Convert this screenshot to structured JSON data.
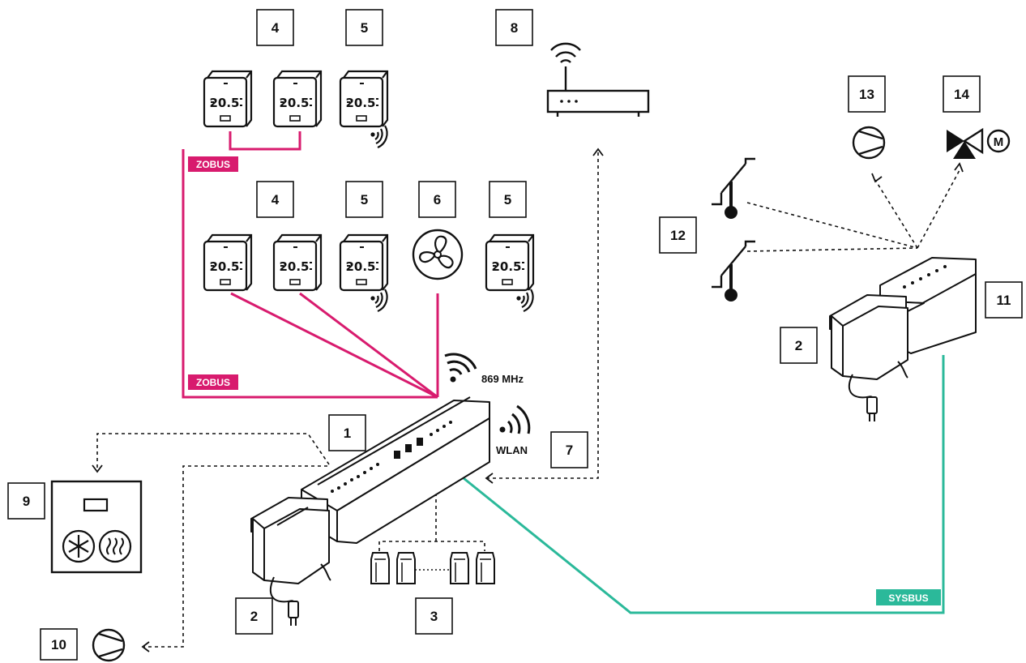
{
  "colors": {
    "zobus": "#d81b6e",
    "sysbus": "#2bb99a",
    "ink": "#111111"
  },
  "labels": {
    "n1": "1",
    "n2a": "2",
    "n2b": "2",
    "n3": "3",
    "n4a": "4",
    "n4b": "4",
    "n5a": "5",
    "n5b": "5",
    "n5c": "5",
    "n6": "6",
    "n7": "7",
    "n8": "8",
    "n9": "9",
    "n10": "10",
    "n11": "11",
    "n12": "12",
    "n13": "13",
    "n14": "14"
  },
  "bus": {
    "zobus_top": "ZOBUS",
    "zobus_bottom": "ZOBUS",
    "sysbus": "SYSBUS"
  },
  "radio": {
    "frequency": "869 MHz",
    "wlan": "WLAN"
  },
  "thermostat": {
    "display": "20.5"
  },
  "icons": {
    "fan": "fan-icon",
    "router": "router-icon",
    "pump": "pump-icon",
    "valve": "valve-icon",
    "motor": "motor-icon",
    "motor_letter": "M",
    "sensor": "temperature-sensor-icon",
    "heat_source": "heat-generator-icon",
    "actuator": "actuator-icon",
    "plug": "plug-icon"
  }
}
